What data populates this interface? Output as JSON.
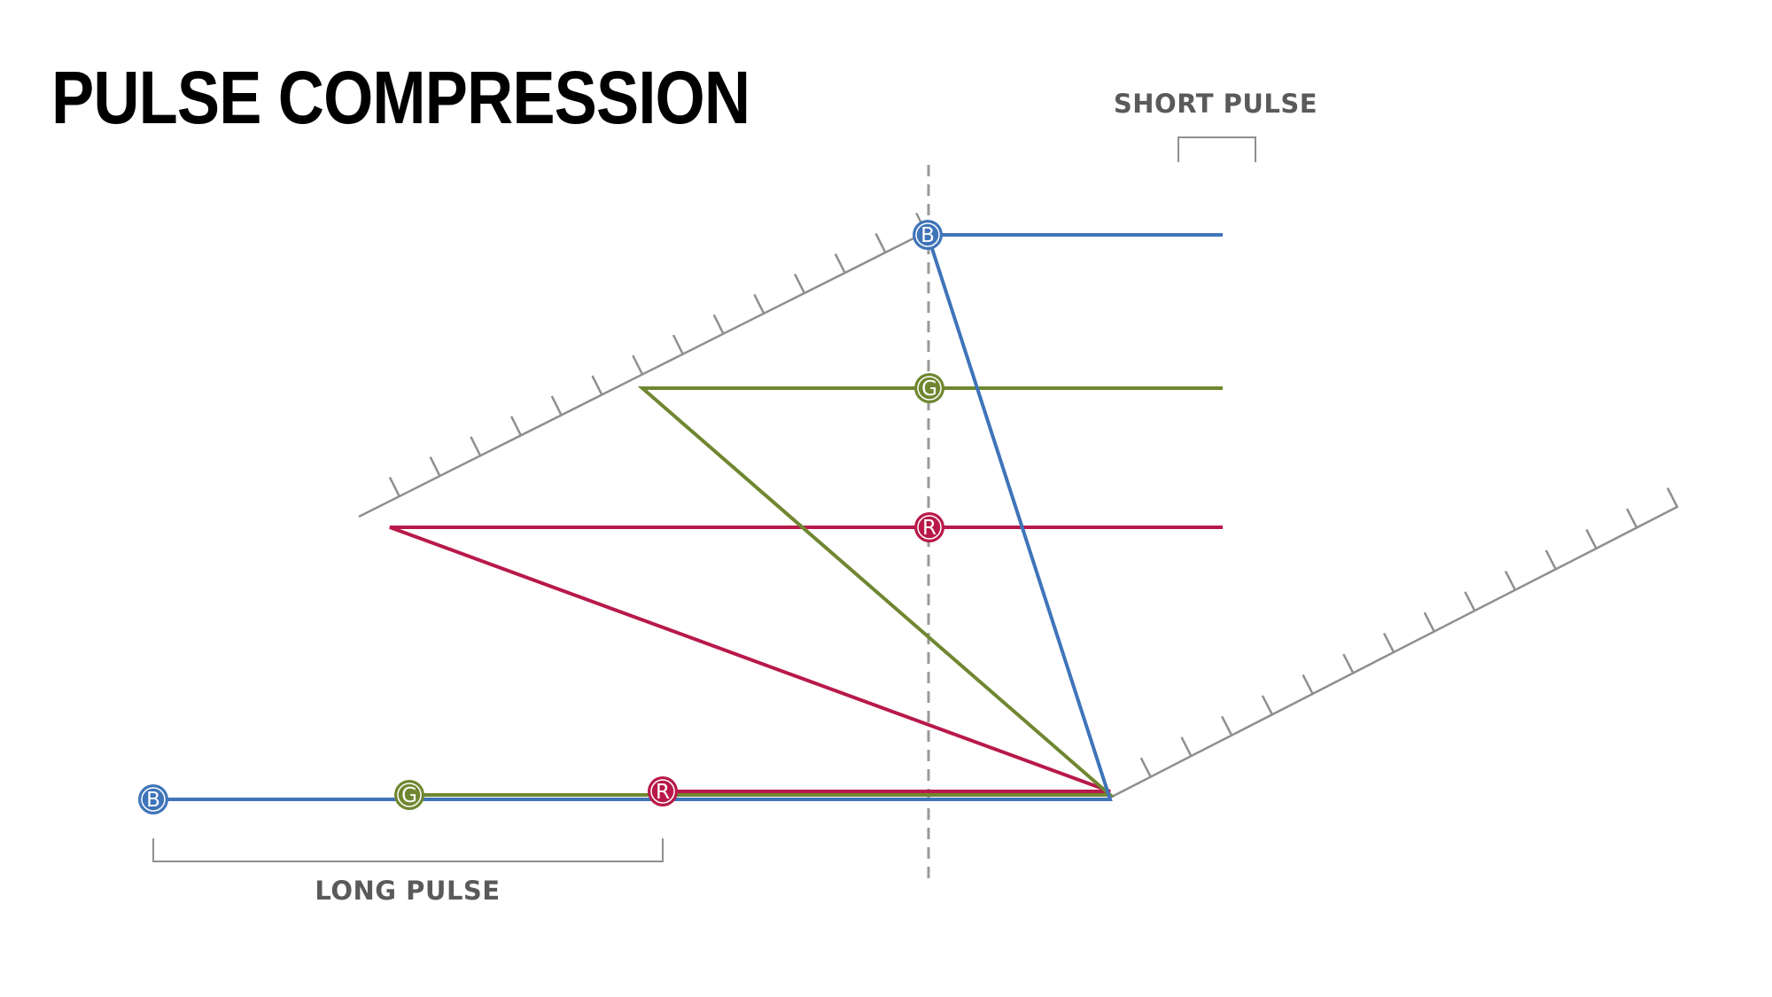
{
  "title": "PULSE COMPRESSION",
  "labels": {
    "short_pulse": "SHORT PULSE",
    "long_pulse": "LONG PULSE"
  },
  "beams": {
    "blue": {
      "letter": "B",
      "color": "#3f74b9"
    },
    "green": {
      "letter": "G",
      "color": "#6f8730"
    },
    "red": {
      "letter": "R",
      "color": "#b8194a"
    }
  },
  "colors": {
    "grating": "#8f8f8f",
    "dashed_line": "#9a9a9a",
    "bracket": "#8f8f8f"
  }
}
